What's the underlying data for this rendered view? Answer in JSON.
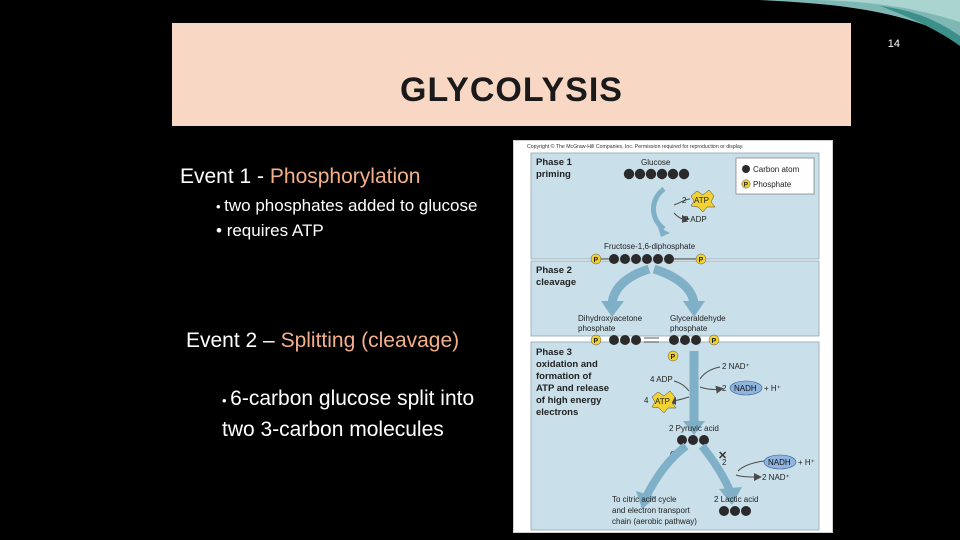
{
  "slide": {
    "title": "GLYCOLYSIS",
    "page_number": "14",
    "event1": {
      "heading_prefix": "Event 1 - ",
      "heading_term": "Phosphorylation",
      "bullet1": "two phosphates added to glucose",
      "bullet2": "requires ATP"
    },
    "event2": {
      "heading_prefix": "Event 2 – ",
      "heading_term": "Splitting (cleavage)",
      "bullet1": "6-carbon glucose split into two 3-carbon molecules"
    }
  },
  "figure": {
    "copyright": "Copyright © The McGraw-Hill Companies, Inc. Permission required for reproduction or display.",
    "phase1_line1": "Phase 1",
    "phase1_line2": "priming",
    "phase2_line1": "Phase 2",
    "phase2_line2": "cleavage",
    "phase3_lines": [
      "Phase 3",
      "oxidation and",
      "formation of",
      "ATP and release",
      "of high energy",
      "electrons"
    ],
    "glucose": "Glucose",
    "legend_carbon": "Carbon atom",
    "legend_phosphate": "Phosphate",
    "p_symbol": "P",
    "atp_in_count": "2",
    "atp": "ATP",
    "adp_out": "2 ADP",
    "fructose": "Fructose-1,6-diphosphate",
    "dhap_line1": "Dihydroxyacetone",
    "dhap_line2": "phosphate",
    "g3p_line1": "Glyceraldehyde",
    "g3p_line2": "phosphate",
    "nad_in": "2 NAD⁺",
    "adp_in": "4 ADP",
    "nadh_count": "2",
    "nadh": "NADH",
    "h_plus": "+ H⁺",
    "atp_out_count": "4",
    "pyruvic": "2 Pyruvic acid",
    "o2": "O₂",
    "nadh2_count": "2",
    "nad_out": "2 NAD⁺",
    "citric_lines": [
      "To citric acid cycle",
      "and electron transport",
      "chain (aerobic pathway)"
    ],
    "lactic": "2 Lactic acid",
    "colors": {
      "panel": "#c9dfe9",
      "arrow": "#7fb0c7",
      "atp": "#f2d230",
      "phosphate": "#f2d230",
      "nadh": "#8fb4df"
    }
  }
}
